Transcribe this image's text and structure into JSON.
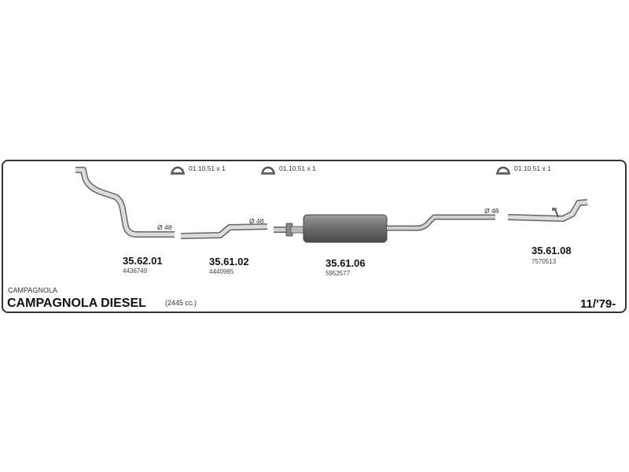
{
  "clamps": [
    {
      "label": "01.10.51  x 1",
      "icon": "exhaust-clamp-icon"
    },
    {
      "label": "01.10.51  x 1",
      "icon": "exhaust-clamp-icon"
    },
    {
      "label": "01.10.51  x 1",
      "icon": "exhaust-clamp-icon"
    }
  ],
  "diameters": [
    "Ø 48",
    "Ø 48",
    "Ø 48"
  ],
  "parts": [
    {
      "number": "35.62.01",
      "oe": "4436749"
    },
    {
      "number": "35.61.02",
      "oe": "4440985"
    },
    {
      "number": "35.61.06",
      "oe": "5952577"
    },
    {
      "number": "35.61.08",
      "oe": "7570513"
    }
  ],
  "brand_small": "CAMPAGNOLA",
  "model": "CAMPAGNOLA DIESEL",
  "engine": "(2445 cc.)",
  "date": "11/'79-",
  "colors": {
    "pipe_fill": "#d9d9d9",
    "pipe_stroke": "#555555",
    "muffler": "#7a7a7a",
    "frame": "#333333"
  }
}
